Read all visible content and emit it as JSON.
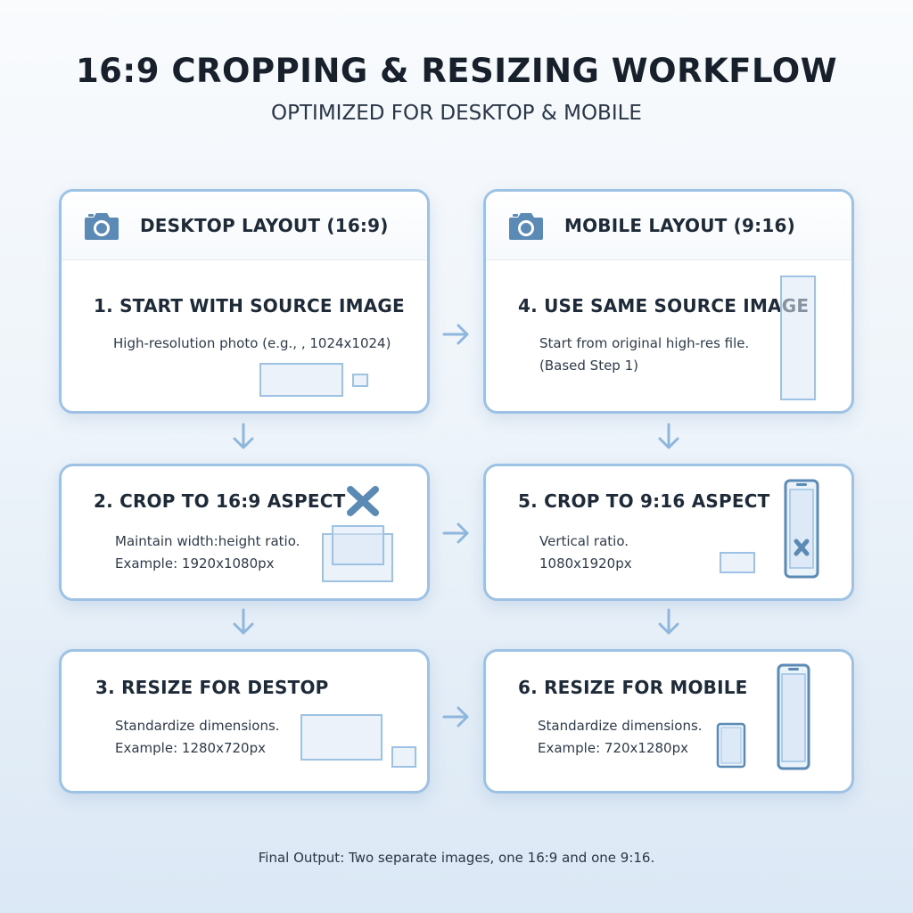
{
  "title": "16:9 CROPPING & RESIZING WORKFLOW",
  "subtitle": "OPTIMIZED FOR DESKTOP & MOBILE",
  "desktop": {
    "header": "DESKTOP LAYOUT (16:9)",
    "steps": [
      {
        "title": "1. START WITH SOURCE IMAGE",
        "lines": [
          "High-resolution photo (e.g., , 1024x1024)"
        ]
      },
      {
        "title": "2. CROP TO 16:9 ASPECT",
        "lines": [
          "Maintain width:height ratio.",
          "Example: 1920x1080px"
        ]
      },
      {
        "title": "3. RESIZE FOR DESTOP",
        "lines": [
          "Standardize dimensions.",
          "Example: 1280x720px"
        ]
      }
    ]
  },
  "mobile": {
    "header": "MOBILE LAYOUT (9:16)",
    "steps": [
      {
        "title": "4. USE SAME SOURCE IMAGE",
        "lines": [
          "Start from original high-res file.",
          "(Based Step 1)"
        ]
      },
      {
        "title": "5. CROP TO 9:16 ASPECT",
        "lines": [
          "Vertical ratio.",
          "1080x1920px"
        ]
      },
      {
        "title": "6. RESIZE FOR MOBILE",
        "lines": [
          "Standardize dimensions.",
          "Example: 720x1280px"
        ]
      }
    ]
  },
  "footer": "Final Output: Two separate images, one 16:9 and one 9:16.",
  "icons": {
    "camera": "camera-icon",
    "arrow_right": "arrow-right-icon",
    "arrow_down": "arrow-down-icon",
    "crop_x": "crop-x-icon",
    "phone": "phone-icon",
    "tablet": "tablet-icon"
  },
  "colors": {
    "accent": "#9ec2e3",
    "icon": "#5b8ab5",
    "text": "#1e2a38"
  }
}
